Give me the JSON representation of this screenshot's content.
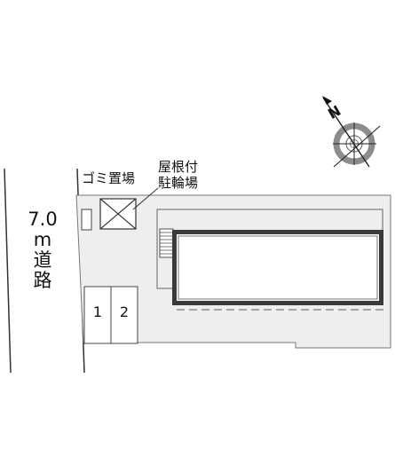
{
  "labels": {
    "garbage": "ゴミ置場",
    "bike_line1": "屋根付",
    "bike_line2": "駐輪場"
  },
  "road": {
    "width": "7.0",
    "unit": "m",
    "char1": "道",
    "char2": "路"
  },
  "parking": {
    "slot1": "1",
    "slot2": "2"
  },
  "compass": {
    "north_letter": "N",
    "icon": "north-arrow-compass-icon"
  },
  "colors": {
    "lot": "#eeeeee",
    "outline": "#555555",
    "building_border": "#3a3a3a",
    "compass_ring": "#8c8c8c"
  }
}
